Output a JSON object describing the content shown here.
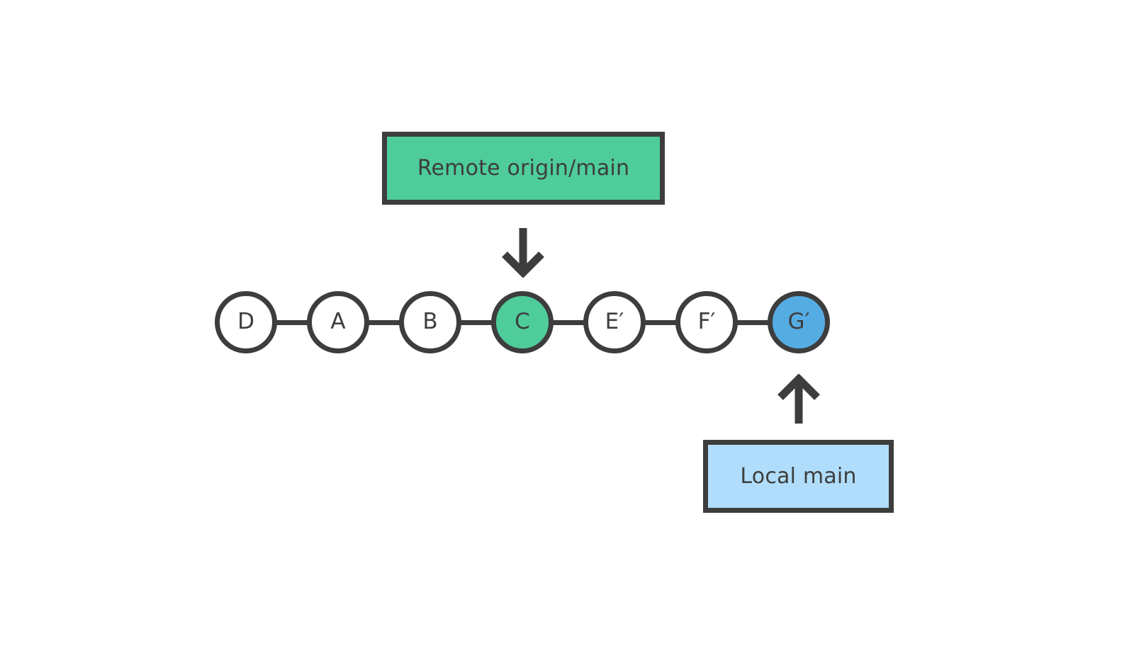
{
  "diagram": {
    "type": "git-commit-graph",
    "background_color": "#ffffff",
    "stroke_color": "#3d3d3d",
    "remote_label": {
      "text": "Remote origin/main",
      "fill_color": "#4ecd9b"
    },
    "local_label": {
      "text": "Local main",
      "fill_color": "#b0ddfb"
    },
    "commits": [
      {
        "label": "D",
        "fill": "white",
        "fill_color": "#ffffff"
      },
      {
        "label": "A",
        "fill": "white",
        "fill_color": "#ffffff"
      },
      {
        "label": "B",
        "fill": "white",
        "fill_color": "#ffffff"
      },
      {
        "label": "C",
        "fill": "green",
        "fill_color": "#4ecd9b"
      },
      {
        "label": "E′",
        "fill": "white",
        "fill_color": "#ffffff"
      },
      {
        "label": "F′",
        "fill": "white",
        "fill_color": "#ffffff"
      },
      {
        "label": "G′",
        "fill": "blue",
        "fill_color": "#55ace3"
      }
    ],
    "pointers": [
      {
        "from": "Remote origin/main",
        "to": "C",
        "direction": "down"
      },
      {
        "from": "Local main",
        "to": "G′",
        "direction": "up"
      }
    ]
  }
}
